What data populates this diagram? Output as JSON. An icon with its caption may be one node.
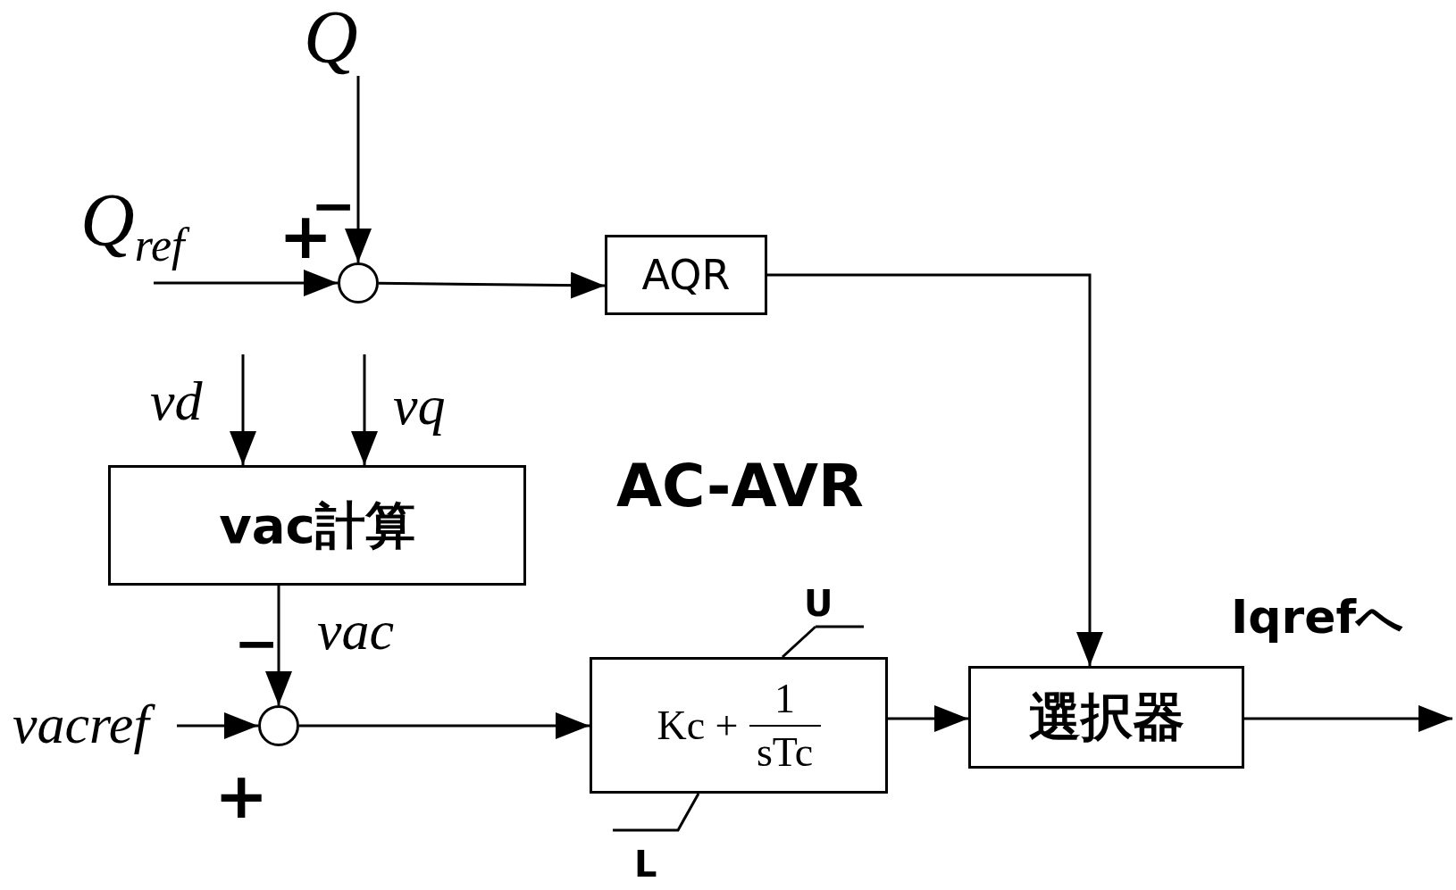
{
  "diagram": {
    "nodes": [
      {
        "text": [],
        "shape": "circle"
      },
      {
        "text": [
          "AQR"
        ]
      },
      {
        "text": [
          "vac計算"
        ]
      },
      {
        "text": [],
        "shape": "circle"
      },
      {
        "text": [
          "Kc +",
          "1",
          "sTc"
        ]
      },
      {
        "text": [
          "選択器"
        ]
      }
    ],
    "edges": [
      {
        "from": null,
        "to": 0,
        "arrow": "to",
        "label": "Q"
      },
      {
        "from": null,
        "to": 0,
        "arrow": "to",
        "label": "Q$_{ref}$"
      },
      {
        "from": 0,
        "to": 1,
        "arrow": "to"
      },
      {
        "from": 1,
        "to": 5,
        "arrow": "to"
      },
      {
        "from": null,
        "to": 2,
        "arrow": "to",
        "label": "vd"
      },
      {
        "from": null,
        "to": 2,
        "arrow": "to",
        "label": "vq"
      },
      {
        "from": 2,
        "to": 3,
        "arrow": "to",
        "label": "vac"
      },
      {
        "from": null,
        "to": 3,
        "arrow": "to",
        "label": "vacref"
      },
      {
        "from": 3,
        "to": 4,
        "arrow": "to"
      },
      {
        "from": 4,
        "to": 5,
        "arrow": "to"
      },
      {
        "from": 5,
        "to": null,
        "arrow": "to",
        "label": "Iqrefへ"
      }
    ],
    "labels": [
      "+",
      "−",
      "AC-AVR",
      "−",
      "+",
      "U",
      "L"
    ]
  }
}
